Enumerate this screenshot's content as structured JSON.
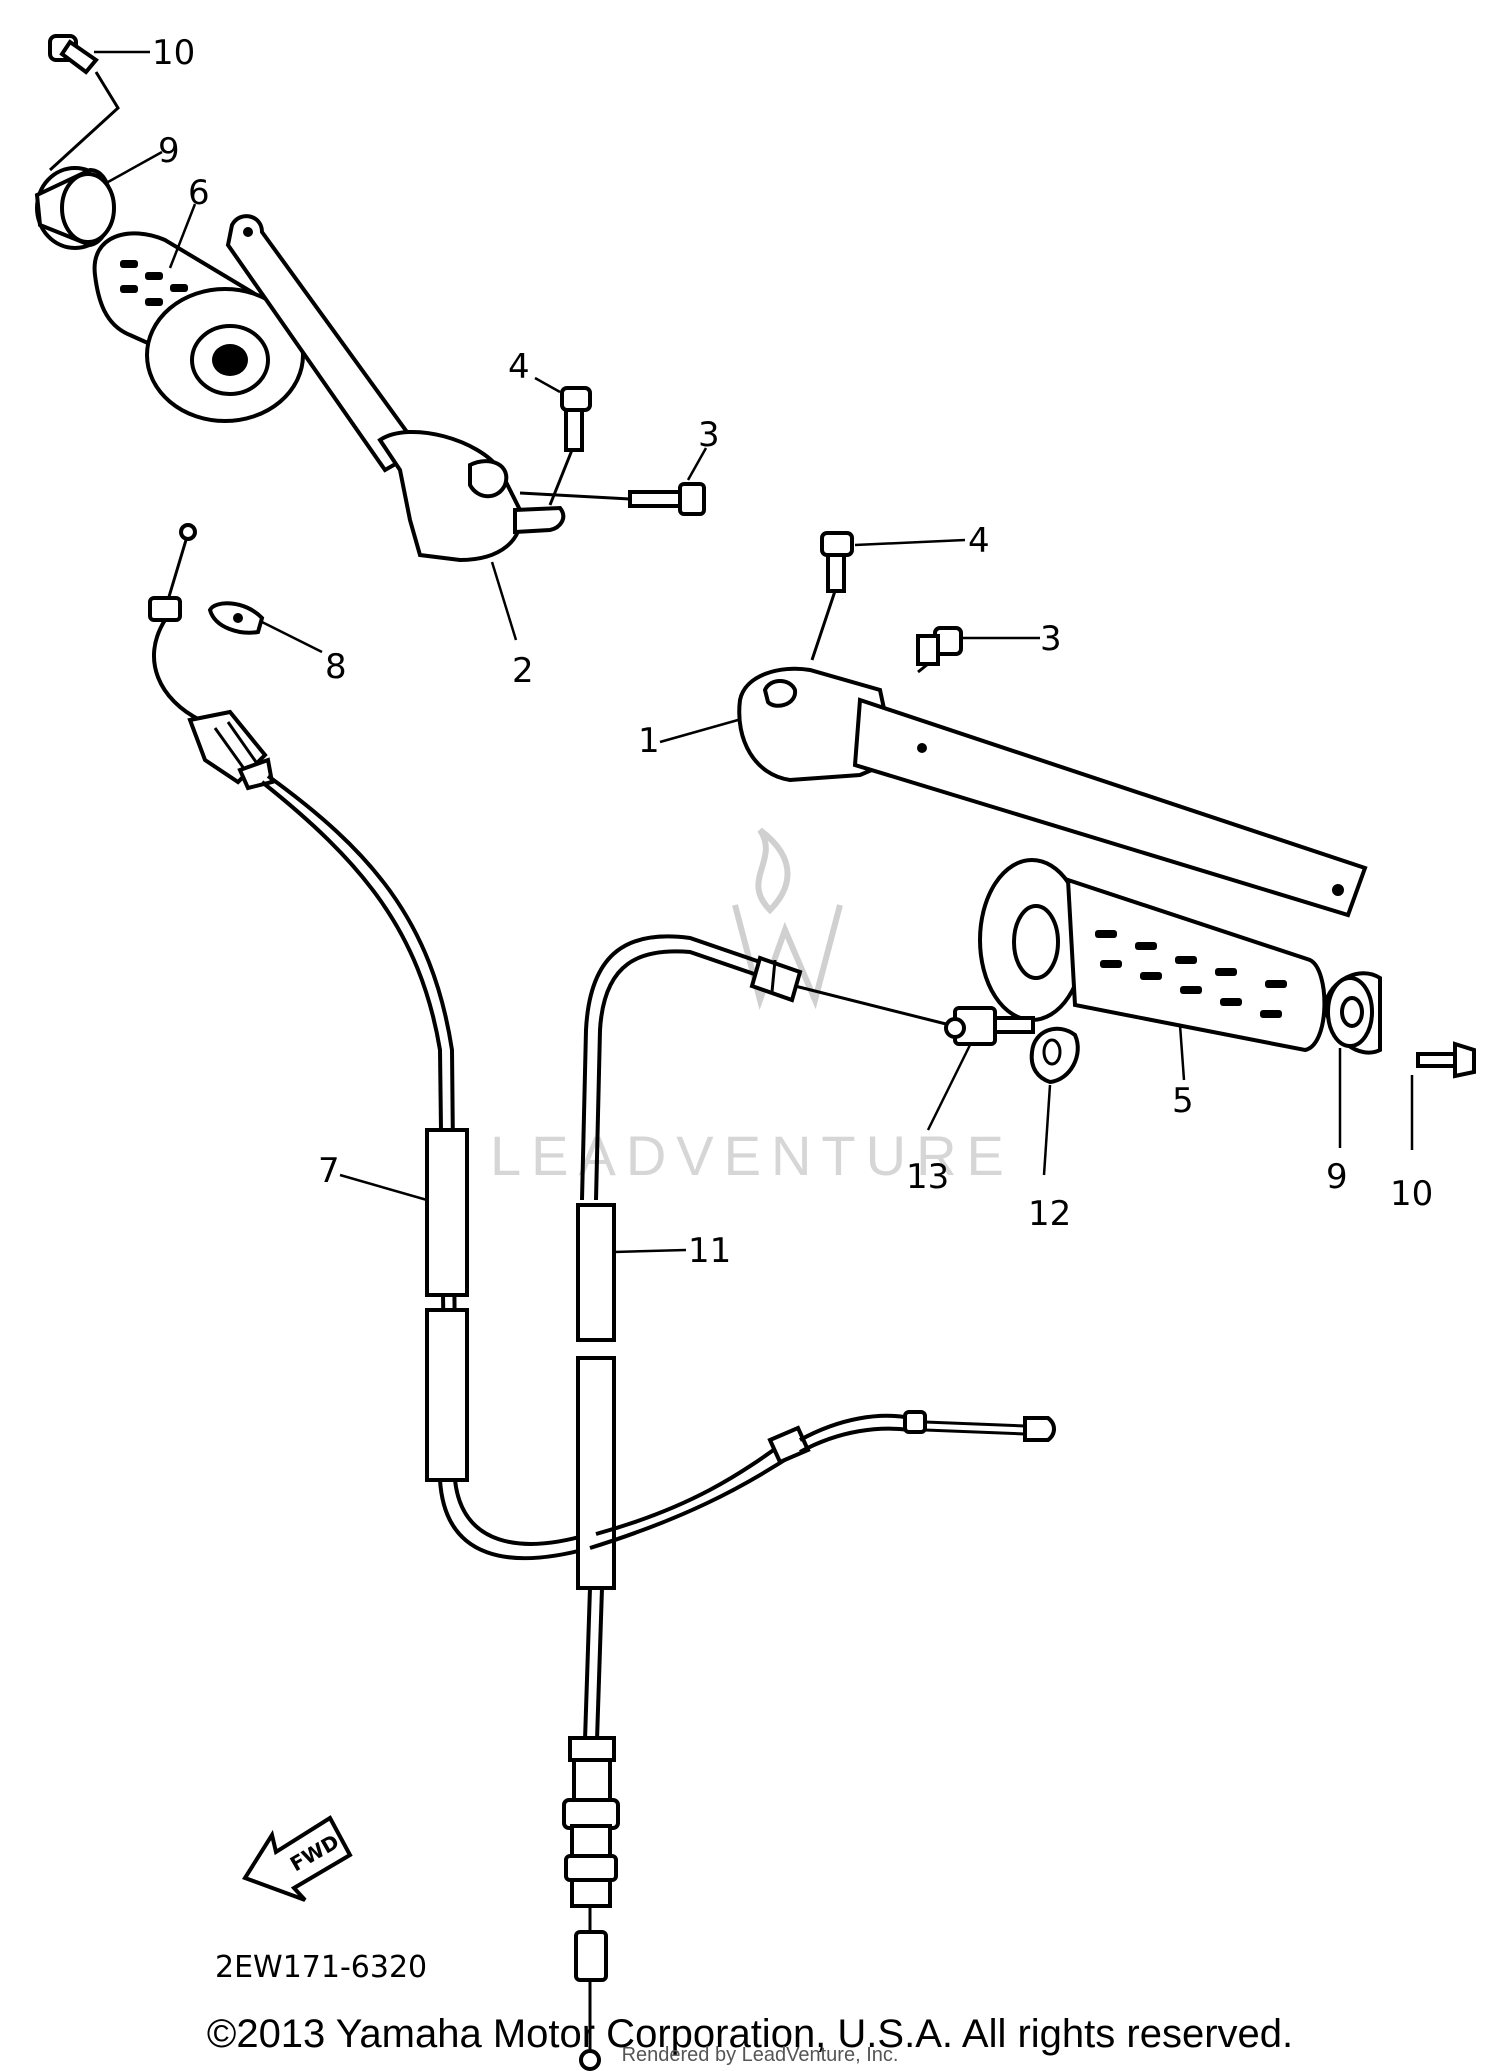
{
  "diagram": {
    "callouts": [
      "1",
      "2",
      "3",
      "4",
      "3",
      "4",
      "5",
      "6",
      "7",
      "8",
      "9",
      "9",
      "10",
      "10",
      "11",
      "12",
      "13"
    ],
    "fwd_label": "FWD",
    "diagram_code": "2EW171-6320",
    "watermark_text": "LEADVENTURE"
  },
  "footer": {
    "copyright": "©2013 Yamaha Motor Corporation, U.S.A. All rights reserved.",
    "rendered_by": "Rendered by LeadVenture, Inc."
  }
}
